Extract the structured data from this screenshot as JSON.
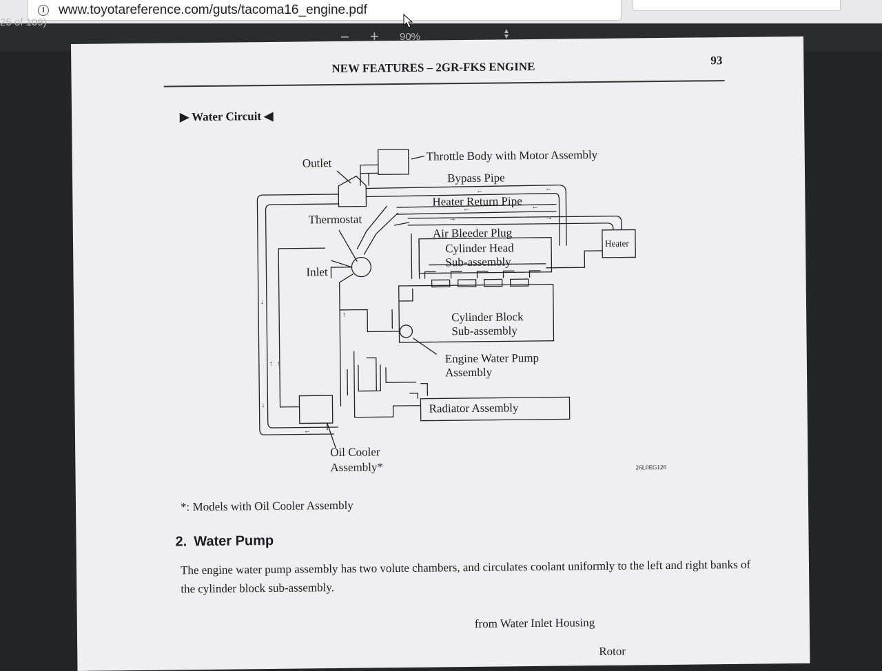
{
  "browser": {
    "url": "www.toyotareference.com/guts/tacoma16_engine.pdf",
    "info_icon": "info-icon"
  },
  "pdf_toolbar": {
    "page_count": "25 of 109)",
    "zoom_out": "−",
    "zoom_in": "+",
    "zoom_value": "90%",
    "zoom_menu_icon": "updown-chevron-icon"
  },
  "page": {
    "running_head": "NEW FEATURES – 2GR-FKS ENGINE",
    "page_number": "93",
    "section_title": "Water Circuit",
    "diagram": {
      "labels": {
        "throttle_body": "Throttle Body with Motor Assembly",
        "outlet": "Outlet",
        "bypass_pipe": "Bypass Pipe",
        "heater_return_pipe": "Heater Return Pipe",
        "thermostat": "Thermostat",
        "air_bleeder_plug": "Air Bleeder Plug",
        "heater": "Heater",
        "cylinder_head_1": "Cylinder Head",
        "cylinder_head_2": "Sub-assembly",
        "inlet": "Inlet",
        "cylinder_block_1": "Cylinder Block",
        "cylinder_block_2": "Sub-assembly",
        "water_pump_1": "Engine Water Pump",
        "water_pump_2": "Assembly",
        "radiator": "Radiator Assembly",
        "oil_cooler_1": "Oil Cooler",
        "oil_cooler_2": "Assembly*"
      },
      "figure_code": "26L0EG126"
    },
    "footnote": "*: Models with Oil Cooler Assembly",
    "heading_number": "2.",
    "heading_text": "Water Pump",
    "paragraph": "The engine water pump assembly has two volute chambers, and circulates coolant uniformly to the left and right banks of the cylinder block sub-assembly.",
    "bottom_label": "from Water Inlet Housing",
    "bottom_cut_label": "Rotor"
  }
}
